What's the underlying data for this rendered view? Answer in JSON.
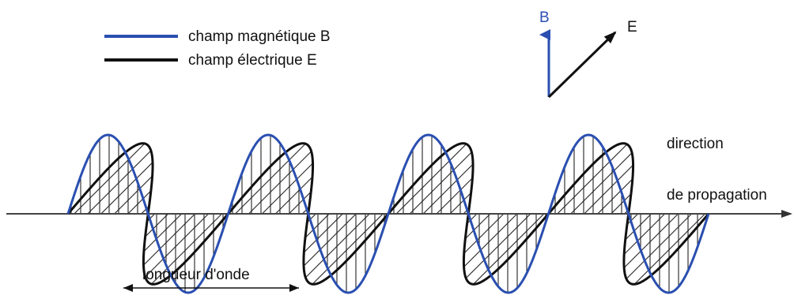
{
  "legend": {
    "magnetic_label": "champ magnétique B",
    "electric_label": "champ électrique E"
  },
  "axes_indicator": {
    "b_label": "B",
    "e_label": "E"
  },
  "propagation": {
    "line1": "direction",
    "line2": "de propagation"
  },
  "wavelength_label": "longueur d'onde",
  "colors": {
    "magnetic": "#2a4fb0",
    "electric": "#111111",
    "axis": "#444444",
    "hatch": "#222222"
  },
  "wave": {
    "periods": 4,
    "sample_points": 640
  }
}
